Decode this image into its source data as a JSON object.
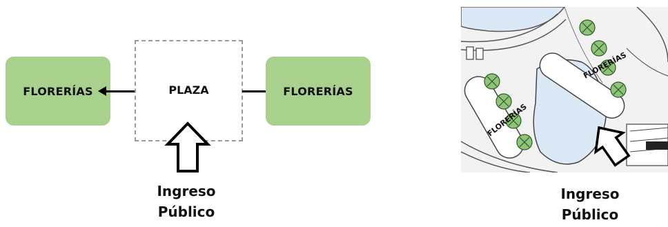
{
  "schematic": {
    "left_box_label": "FLORERÍAS",
    "center_label": "PLAZA",
    "right_box_label": "FLORERÍAS",
    "entrance_line1": "Ingreso",
    "entrance_line2": "Público"
  },
  "site_plan": {
    "label_upper": "FLORERÍAS",
    "label_lower": "FLORERÍAS",
    "entrance_line1": "Ingreso",
    "entrance_line2": "Público"
  },
  "colors": {
    "box_green": "#a9d18e",
    "water_blue": "#dbe9f6",
    "tree_green": "#8fc27a"
  }
}
